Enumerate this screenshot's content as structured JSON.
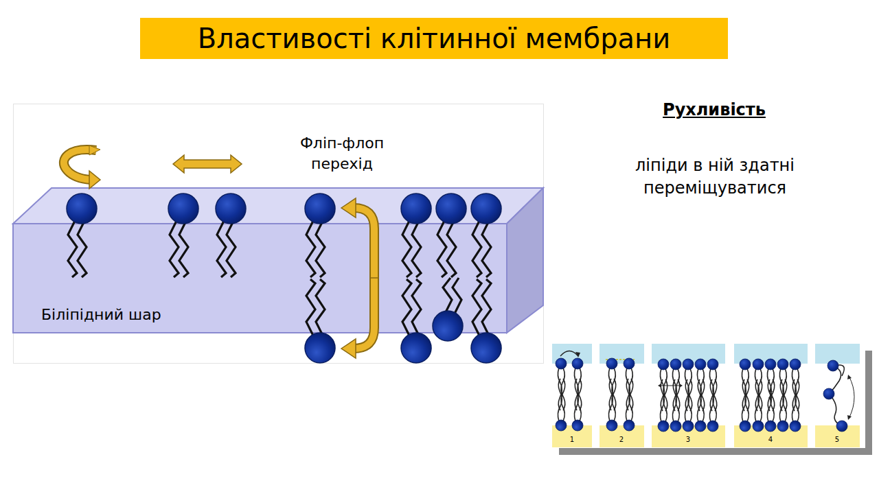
{
  "diagram": {
    "title": "Властивості клітинної мембрани",
    "labels": [
      "Фліп-флоп перехід",
      "Біліпідний шар",
      "Рухливість",
      "ліпіди в ній здатні переміщуватися",
      "1",
      "2",
      "3",
      "4",
      "5"
    ]
  }
}
